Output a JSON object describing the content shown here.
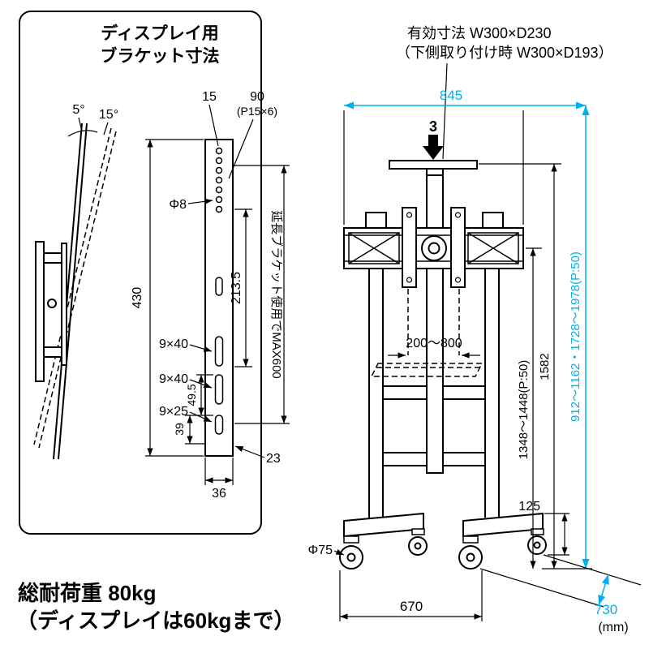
{
  "bracket_panel": {
    "title_line1": "ディスプレイ用",
    "title_line2": "ブラケット寸法",
    "angle_small": "5°",
    "angle_large": "15°",
    "dim_15": "15",
    "dim_90": "90",
    "dim_90_sub": "(P15×6)",
    "dim_hole": "Φ8",
    "dim_430": "430",
    "dim_2135": "213.5",
    "note_max": "延長ブラケット使用でMAX600",
    "dim_slot1": "9×40",
    "dim_slot2": "9×40",
    "dim_slot3": "9×25",
    "dim_495": "49.5",
    "dim_39": "39",
    "dim_23": "23",
    "dim_36": "36"
  },
  "stand": {
    "note_line1": "有効寸法 W300×D230",
    "note_line2": "（下側取り付け時 W300×D193）",
    "dim_845": "845",
    "label_3": "3",
    "dim_range_width": "200～800",
    "dim_1348": "1348～1448(P:50)",
    "dim_1582": "1582",
    "dim_912": "912～1162・1728～1978(P:50)",
    "dim_125": "125",
    "dim_caster": "Φ75",
    "dim_670": "670",
    "dim_730": "730"
  },
  "footer": {
    "load_line1": "総耐荷重 80kg",
    "load_line2": "（ディスプレイは60kgまで）",
    "unit": "(mm)"
  },
  "colors": {
    "line": "#000000",
    "accent": "#00aeef"
  }
}
